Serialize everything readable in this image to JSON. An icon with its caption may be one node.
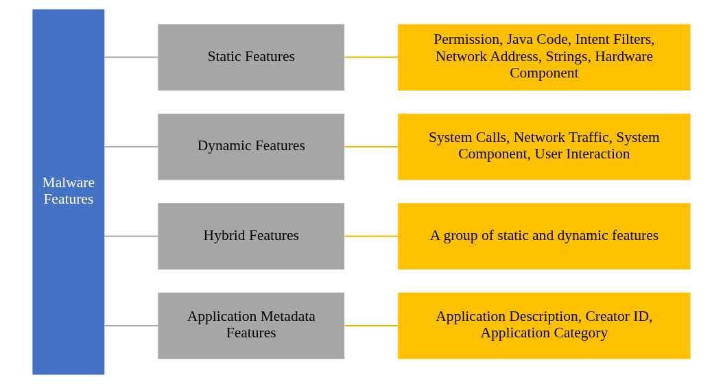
{
  "diagram": {
    "nodes": [
      {
        "text": [
          "Malware Features"
        ]
      },
      {
        "text": [
          "Static Features"
        ]
      },
      {
        "text": [
          "Dynamic Features"
        ]
      },
      {
        "text": [
          "Hybrid Features"
        ]
      },
      {
        "text": [
          "Application Metadata Features"
        ]
      },
      {
        "text": [
          "Permission, Java Code, Intent Filters, Network Address, Strings, Hardware Component"
        ]
      },
      {
        "text": [
          "System Calls, Network Traffic, System Component, User Interaction"
        ]
      },
      {
        "text": [
          "A group of static and dynamic features"
        ]
      },
      {
        "text": [
          "Application Description, Creator ID, Application Category"
        ]
      }
    ],
    "edges": [
      {
        "from": 0,
        "to": 1,
        "arrow": "none"
      },
      {
        "from": 0,
        "to": 2,
        "arrow": "none"
      },
      {
        "from": 0,
        "to": 3,
        "arrow": "none"
      },
      {
        "from": 0,
        "to": 4,
        "arrow": "none"
      },
      {
        "from": 1,
        "to": 5,
        "arrow": "none",
        "color": "#f0b400"
      },
      {
        "from": 2,
        "to": 6,
        "arrow": "none",
        "color": "#f0b400"
      },
      {
        "from": 3,
        "to": 7,
        "arrow": "none",
        "color": "#f0b400"
      },
      {
        "from": 4,
        "to": 8,
        "arrow": "none",
        "color": "#f0b400"
      }
    ]
  }
}
